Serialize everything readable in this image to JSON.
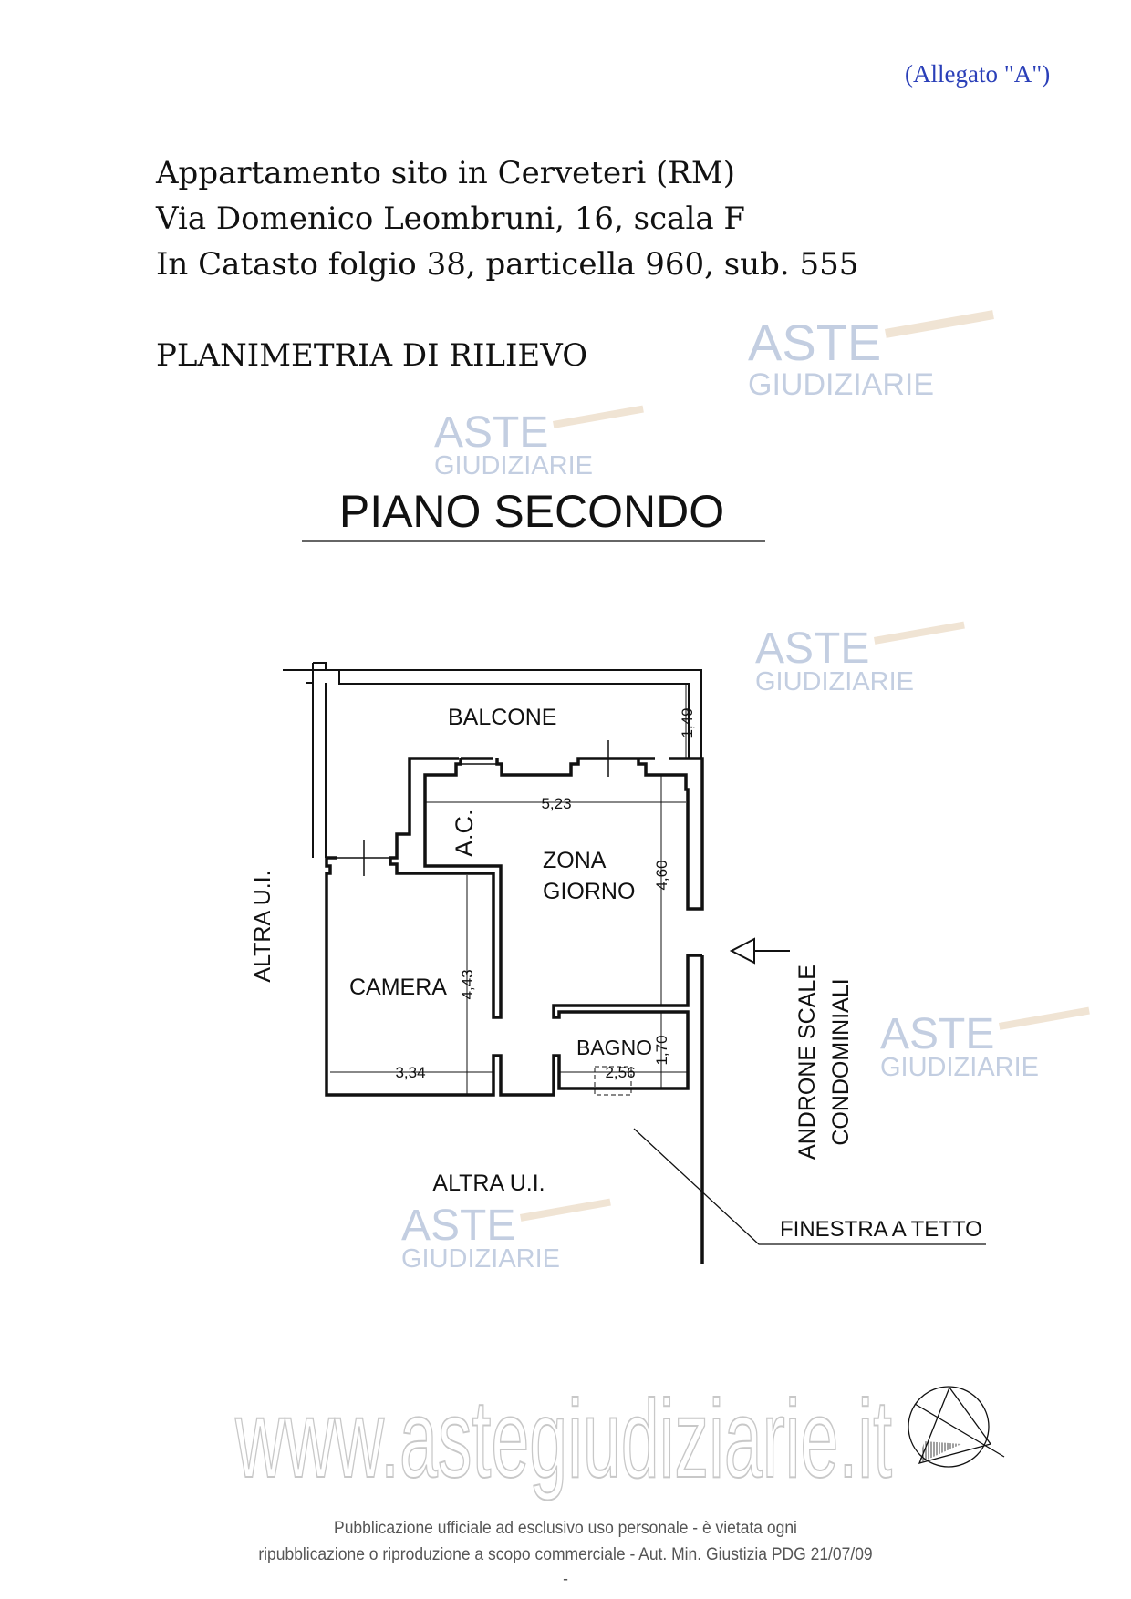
{
  "header": {
    "attachment_label": "(Allegato \"A\")",
    "title_lines": [
      "Appartamento sito in Cerveteri (RM)",
      "Via Domenico Leombruni, 16, scala F",
      "In Catasto folgio 38, particella 960, sub. 555"
    ],
    "subtitle": "PLANIMETRIA DI RILIEVO"
  },
  "plan": {
    "floor_title": "PIANO SECONDO",
    "rooms": {
      "balcone": "BALCONE",
      "ac": "A.C.",
      "zona_giorno_1": "ZONA",
      "zona_giorno_2": "GIORNO",
      "camera": "CAMERA",
      "bagno": "BAGNO"
    },
    "dimensions": {
      "balcone_depth": "1,49",
      "zona_width": "5,23",
      "zona_depth": "4,60",
      "camera_depth": "4,43",
      "camera_width": "3,34",
      "bagno_width": "2,56",
      "bagno_depth": "1,70"
    },
    "labels": {
      "altra_left": "ALTRA U.I.",
      "altra_bottom": "ALTRA U.I.",
      "androne_1": "ANDRONE SCALE",
      "androne_2": "CONDOMINIALI",
      "finestra": "FINESTRA A TETTO"
    }
  },
  "watermark": {
    "logo_line1": "ASTE",
    "logo_line2": "GIUDIZIARIE",
    "site": "www.astegiudiziarie.it"
  },
  "footer": {
    "line1": "Pubblicazione ufficiale ad esclusivo uso personale - è vietata ogni",
    "line2": "ripubblicazione o riproduzione a scopo commerciale - Aut. Min. Giustizia PDG 21/07/09",
    "line3": "-"
  }
}
